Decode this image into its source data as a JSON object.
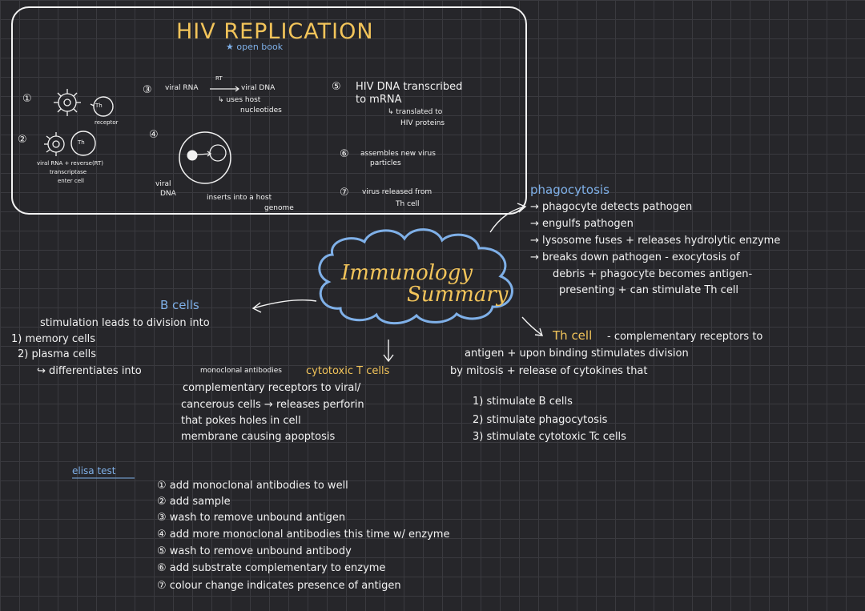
{
  "hiv": {
    "title": "HIV REPLICATION",
    "subtitle": "★ open book",
    "step1_num": "①",
    "step1_receptor": "receptor",
    "th_label": "Th",
    "step2_num": "②",
    "step2_line1": "viral RNA + reverse(RT)",
    "step2_line2": "transcriptase",
    "step2_line3": "enter cell",
    "step3_num": "③",
    "step3_viral_rna": "viral RNA",
    "step3_rt": "RT",
    "step3_viral_dna": "viral DNA",
    "step3_uses": "↳ uses host",
    "step3_nucleotides": "nucleotides",
    "step4_num": "④",
    "step4_viral": "viral",
    "step4_dna": "DNA",
    "step4_inserts": "inserts into a host",
    "step4_genome": "genome",
    "step5_num": "⑤",
    "step5_line1": "HIV DNA transcribed",
    "step5_line2": "to mRNA",
    "step5_line3": "↳ translated to",
    "step5_line4": "HIV proteins",
    "step6_num": "⑥",
    "step6_line1": "assembles new virus",
    "step6_line2": "particles",
    "step7_num": "⑦",
    "step7_line1": "virus released from",
    "step7_line2": "Th cell"
  },
  "center": {
    "line1": "Immunology",
    "line2": "Summary"
  },
  "phagocytosis": {
    "heading": "phagocytosis",
    "items": [
      "→ phagocyte detects pathogen",
      "→ engulfs pathogen",
      "→ lysosome fuses + releases hydrolytic enzyme",
      "→ breaks down pathogen - exocytosis of"
    ],
    "cont1": "debris + phagocyte becomes antigen-",
    "cont2": "presenting + can stimulate Th cell"
  },
  "bcells": {
    "heading": "B cells",
    "line1": "stimulation leads to division into",
    "line2": "1) memory cells",
    "line3": "2) plasma cells",
    "line4": "↪ differentiates into",
    "line4b": "monoclonal antibodies"
  },
  "cytotoxic": {
    "heading": "cytotoxic T cells",
    "line1": "complementary receptors to viral/",
    "line2": "cancerous cells → releases perforin",
    "line3": "that pokes holes in cell",
    "line4": "membrane causing apoptosis"
  },
  "th_cell": {
    "heading": "Th cell",
    "line1": "- complementary receptors to",
    "line2": "antigen + upon binding stimulates division",
    "line3": "by mitosis + release of cytokines that",
    "items": [
      "1) stimulate B cells",
      "2) stimulate phagocytosis",
      "3) stimulate cytotoxic Tc cells"
    ]
  },
  "elisa": {
    "heading": "elisa test",
    "steps": [
      "① add monoclonal antibodies to well",
      "② add sample",
      "③ wash to remove unbound antigen",
      "④ add more monoclonal antibodies this time w/ enzyme",
      "⑤ wash to remove unbound antibody",
      "⑥ add substrate complementary to enzyme",
      "⑦ colour change indicates presence of antigen"
    ]
  }
}
